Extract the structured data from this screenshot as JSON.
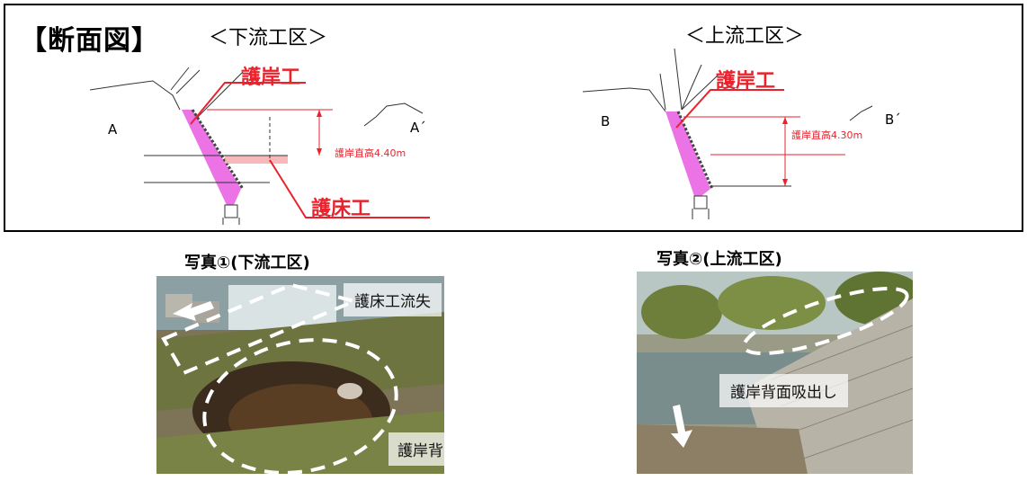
{
  "cross_section": {
    "heading": "【断面図】",
    "downstream": {
      "title": "＜下流工区＞",
      "revetment_label": "護岸工",
      "bed_label": "護床工",
      "section_left": "A",
      "section_right": "A´",
      "height_label": "護岸直高4.40m"
    },
    "upstream": {
      "title": "＜上流工区＞",
      "revetment_label": "護岸工",
      "section_left": "B",
      "section_right": "B´",
      "height_label": "護岸直高4.30m"
    }
  },
  "photos": [
    {
      "caption": "写真①(下流工区)",
      "callout_top": "護床工流失",
      "callout_bottom": "護岸背面吸出し"
    },
    {
      "caption": "写真②(上流工区)",
      "callout": "護岸背面吸出し"
    }
  ],
  "colors": {
    "accent_red": "#e8232d",
    "revetment_pink": "#e85be0",
    "bed_pink": "#f4a6a6"
  }
}
